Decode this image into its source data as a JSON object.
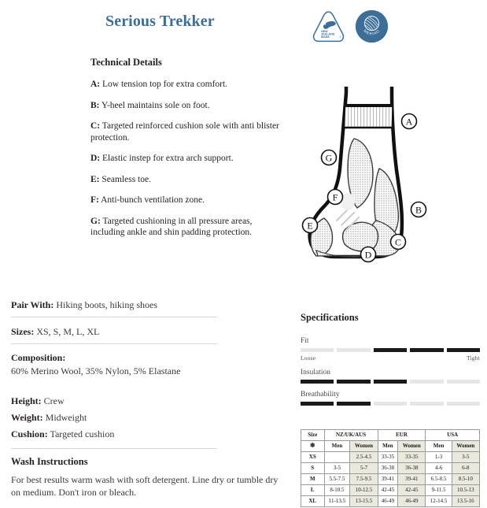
{
  "header": {
    "title": "Serious Trekker",
    "badges": [
      {
        "name": "new-zealand-made-badge",
        "line1": "NEW",
        "line2": "ZEALAND",
        "line3": "MADE"
      },
      {
        "name": "merino-badge",
        "label": "MERINO"
      }
    ],
    "accent_color": "#3c6e98"
  },
  "technical_details": {
    "heading": "Technical Details",
    "items": [
      {
        "key": "A:",
        "text": " Low tension top for extra comfort."
      },
      {
        "key": "B:",
        "text": " Y-heel maintains sole on foot."
      },
      {
        "key": "C:",
        "text": " Targeted reinforced cushion sole with anti blister protection."
      },
      {
        "key": "D:",
        "text": " Elastic instep for extra arch support."
      },
      {
        "key": "E:",
        "text": " Seamless toe."
      },
      {
        "key": "F:",
        "text": " Anti-bunch ventilation zone."
      },
      {
        "key": "G:",
        "text": " Targeted cushioning in all pressure areas, including ankle and shin padding protection."
      }
    ]
  },
  "illustration": {
    "name": "sock-diagram",
    "callouts": [
      "A",
      "B",
      "C",
      "D",
      "E",
      "F",
      "G"
    ]
  },
  "attributes": {
    "pair_with": {
      "label": "Pair With:",
      "value": " Hiking boots, hiking shoes"
    },
    "sizes": {
      "label": "Sizes:",
      "value": " XS, S, M, L, XL"
    },
    "composition": {
      "label": "Composition:",
      "value": "60% Merino Wool, 35% Nylon, 5% Elastane"
    },
    "height": {
      "label": "Height:",
      "value": " Crew"
    },
    "weight": {
      "label": "Weight:",
      "value": " Midweight"
    },
    "cushion": {
      "label": "Cushion:",
      "value": " Targeted cushion"
    }
  },
  "wash": {
    "heading": "Wash Instructions",
    "body": "For best results warm wash with soft detergent. Line dry or tumble dry on medium. Don't iron or bleach."
  },
  "specifications": {
    "heading": "Specifications",
    "segments": 5,
    "ratings": [
      {
        "name": "Fit",
        "value": 3,
        "filled": [
          false,
          false,
          true,
          true,
          true
        ],
        "low": "Loose",
        "high": "Tight"
      },
      {
        "name": "Insulation",
        "value": 3,
        "filled": [
          true,
          true,
          true,
          false,
          false
        ],
        "low": "",
        "high": ""
      },
      {
        "name": "Breathability",
        "value": 2,
        "filled": [
          true,
          true,
          false,
          false,
          false
        ],
        "low": "",
        "high": ""
      }
    ]
  },
  "size_chart": {
    "group_headers": [
      "Size",
      "NZ/UK/AUS",
      "EUR",
      "USA"
    ],
    "sub_headers": [
      "snowflake-icon",
      "Men",
      "Women",
      "Men",
      "Women",
      "Men",
      "Women"
    ],
    "rows": [
      {
        "size": "XS",
        "cells": [
          "",
          "2.5-4.5",
          "33-35",
          "33-35",
          "1-3",
          "3-5"
        ]
      },
      {
        "size": "S",
        "cells": [
          "3-5",
          "5-7",
          "36-38",
          "36-38",
          "4-6",
          "6-8"
        ]
      },
      {
        "size": "M",
        "cells": [
          "5.5-7.5",
          "7.5-9.5",
          "39-41",
          "39-41",
          "6.5-8.5",
          "8.5-10"
        ]
      },
      {
        "size": "L",
        "cells": [
          "8-10.5",
          "10-12.5",
          "42-45",
          "42-45",
          "9-11.5",
          "10.5-13"
        ]
      },
      {
        "size": "XL",
        "cells": [
          "11-13.5",
          "13-15.5",
          "46-49",
          "46-49",
          "12-14.5",
          "13.5-16"
        ]
      }
    ],
    "women_column_color": "#e9e9dd"
  }
}
